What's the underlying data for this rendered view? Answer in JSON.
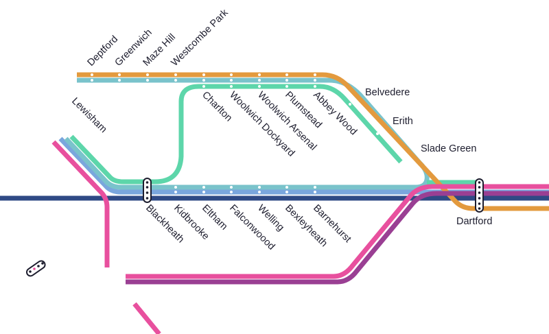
{
  "map": {
    "colors": {
      "orange": "#e39a3e",
      "teal": "#7ac3cb",
      "green": "#5dd6aa",
      "light_blue": "#7aa6dd",
      "navy": "#2f4a85",
      "pink": "#e8509e",
      "purple": "#9a3f93",
      "label": "#1d1d2e"
    },
    "stations": [
      {
        "id": "deptford",
        "name": "Deptford"
      },
      {
        "id": "greenwich",
        "name": "Greenwich"
      },
      {
        "id": "maze-hill",
        "name": "Maze Hill"
      },
      {
        "id": "westcombe-park",
        "name": "Westcombe Park"
      },
      {
        "id": "lewisham",
        "name": "Lewisham"
      },
      {
        "id": "charlton",
        "name": "Charlton"
      },
      {
        "id": "woolwich-dockyard",
        "name": "Woolwich Dockyard"
      },
      {
        "id": "woolwich-arsenal",
        "name": "Woolwich Arsenal"
      },
      {
        "id": "plumstead",
        "name": "Plumstead"
      },
      {
        "id": "abbey-wood",
        "name": "Abbey Wood"
      },
      {
        "id": "belvedere",
        "name": "Belvedere"
      },
      {
        "id": "erith",
        "name": "Erith"
      },
      {
        "id": "slade-green",
        "name": "Slade Green"
      },
      {
        "id": "blackheath",
        "name": "Blackheath"
      },
      {
        "id": "kidbrooke",
        "name": "Kidbrooke"
      },
      {
        "id": "eltham",
        "name": "Eltham"
      },
      {
        "id": "falconwood",
        "name": "Falconwoood"
      },
      {
        "id": "welling",
        "name": "Welling"
      },
      {
        "id": "bexleyheath",
        "name": "Bexleyheath"
      },
      {
        "id": "barnehurst",
        "name": "Barnehurst"
      },
      {
        "id": "dartford",
        "name": "Dartford"
      }
    ]
  }
}
